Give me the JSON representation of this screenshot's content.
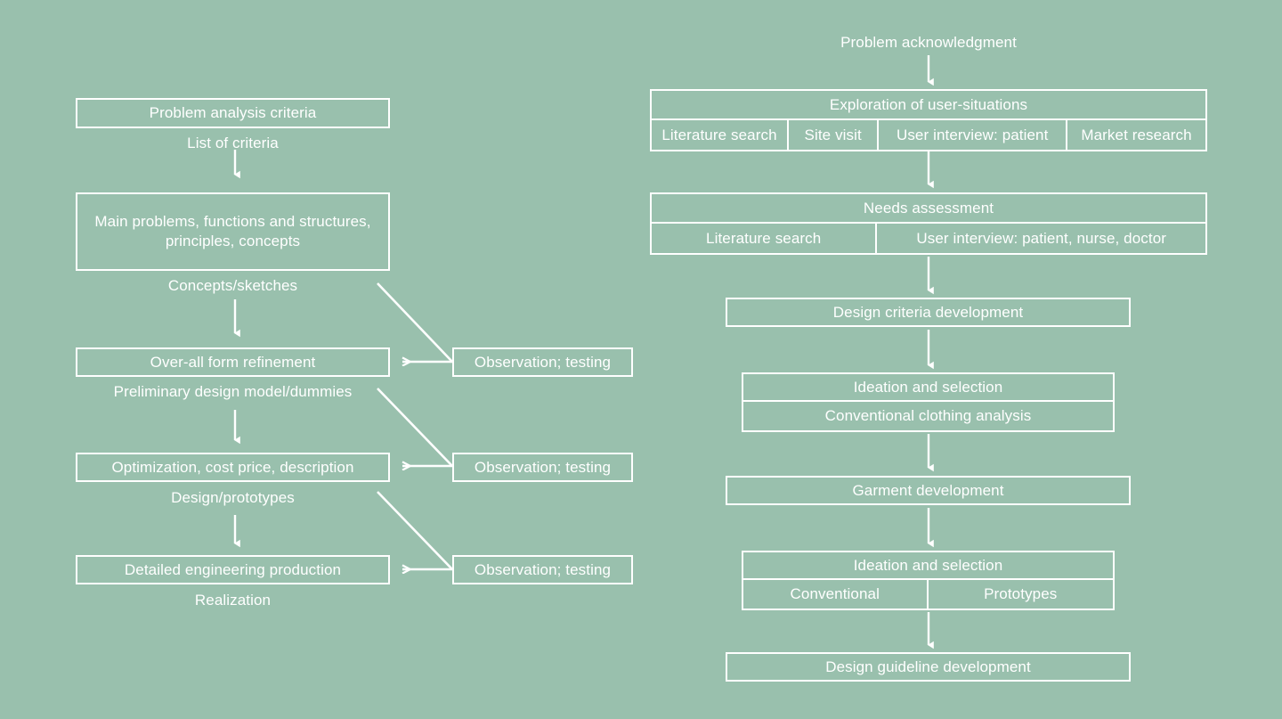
{
  "theme": {
    "background": "#99c0ad",
    "stroke": "#ffffff",
    "text": "#ffffff"
  },
  "diagram": {
    "type": "flowchart",
    "title": "",
    "left_column": {
      "name": "engineering-design-process",
      "nodes": [
        {
          "id": "problem-analysis-criteria",
          "label": "Problem analysis criteria"
        },
        {
          "id": "main-problems",
          "label": "Main problems, functions and structures, principles, concepts"
        },
        {
          "id": "over-all-form-refinement",
          "label": "Over-all form refinement"
        },
        {
          "id": "optimization",
          "label": "Optimization, cost price, description"
        },
        {
          "id": "detailed-engineering-production",
          "label": "Detailed engineering production"
        }
      ],
      "edge_labels": [
        {
          "id": "list-of-criteria",
          "label": "List of criteria"
        },
        {
          "id": "concepts-sketches",
          "label": "Concepts/sketches"
        },
        {
          "id": "preliminary-design-model",
          "label": "Preliminary design model/dummies"
        },
        {
          "id": "design-prototypes",
          "label": "Design/prototypes"
        },
        {
          "id": "realization",
          "label": "Realization"
        }
      ],
      "feedback_nodes": [
        {
          "id": "observation-testing-1",
          "label": "Observation; testing"
        },
        {
          "id": "observation-testing-2",
          "label": "Observation; testing"
        },
        {
          "id": "observation-testing-3",
          "label": "Observation; testing"
        }
      ]
    },
    "right_column": {
      "name": "garment-design-process",
      "start_label": "Problem acknowledgment",
      "nodes": [
        {
          "id": "exploration-of-user-situations",
          "label": "Exploration of user-situations",
          "cells": [
            "Literature search",
            "Site visit",
            "User interview: patient",
            "Market research"
          ]
        },
        {
          "id": "needs-assessment",
          "label": "Needs assessment",
          "cells": [
            "Literature search",
            "User interview: patient, nurse, doctor"
          ]
        },
        {
          "id": "design-criteria-development",
          "label": "Design criteria development",
          "cells": []
        },
        {
          "id": "ideation-and-selection-1",
          "label": "Ideation and selection",
          "cells": [
            "Conventional clothing analysis"
          ]
        },
        {
          "id": "garment-development",
          "label": "Garment development",
          "cells": []
        },
        {
          "id": "ideation-and-selection-2",
          "label": "Ideation and selection",
          "cells": [
            "Conventional",
            "Prototypes"
          ]
        },
        {
          "id": "design-guideline-development",
          "label": "Design guideline development",
          "cells": []
        }
      ]
    }
  }
}
